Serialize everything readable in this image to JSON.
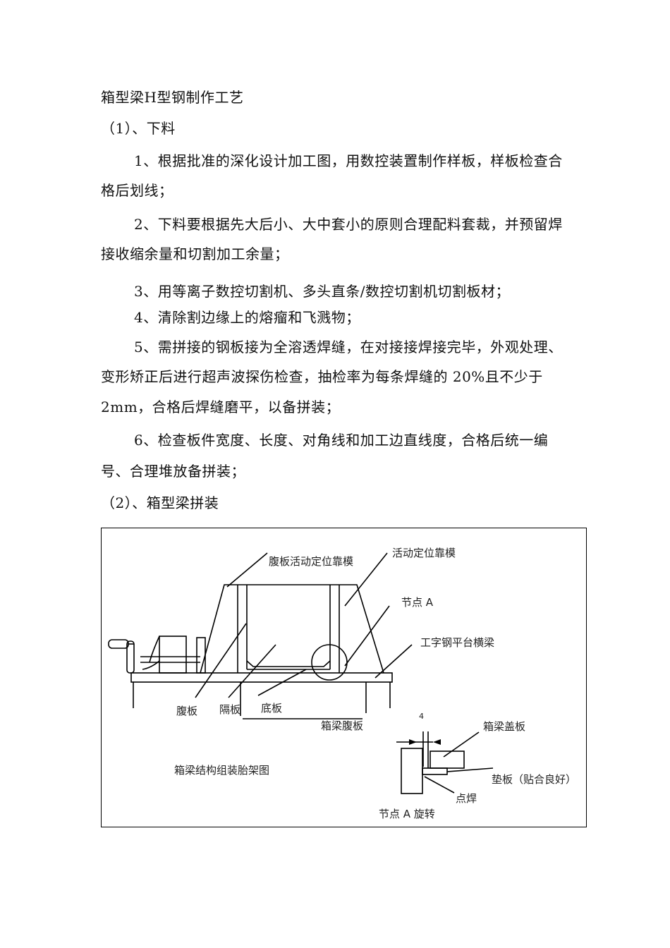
{
  "doc": {
    "title": "箱型梁H型钢制作工艺",
    "section1": "（1）、下料",
    "item1_a": "1、根据批准的深化设计加工图，用数控装置制作样板，样板检查合",
    "item1_b": "格后划线；",
    "item2_a": "2、下料要根据先大后小、大中套小的原则合理配料套裁，并预留焊",
    "item2_b": "接收缩余量和切割加工余量；",
    "item3": "3、用等离子数控切割机、多头直条/数控切割机切割板材；",
    "item4": "4、清除割边缘上的熔瘤和飞溅物；",
    "item5_a": "5、需拼接的钢板接为全溶透焊缝，在对接接焊接完毕，外观处理、",
    "item5_b": "变形矫正后进行超声波探伤检查，抽检率为每条焊缝的 20%且不少于",
    "item5_c": "2mm，合格后焊缝磨平，以备拼装；",
    "item6_a": "6、检查板件宽度、长度、对角线和加工边直线度，合格后统一编",
    "item6_b": "号、合理堆放备拼装；",
    "section2": "（2）、箱型梁拼装"
  },
  "figure": {
    "labels": {
      "web_mold": "腹板活动定位靠模",
      "movable_mold": "活动定位靠模",
      "node_a": "节点 A",
      "i_beam": "工字钢平台横梁",
      "web": "腹板",
      "diaphragm": "隔板",
      "bottom": "底板",
      "box_web": "箱梁腹板",
      "caption": "箱梁结构组装胎架图",
      "box_cover": "箱梁盖板",
      "pad": "垫板（贴合良好）",
      "spot_weld": "点焊",
      "node_rot": "节点 A 旋转",
      "gap": "4"
    }
  }
}
